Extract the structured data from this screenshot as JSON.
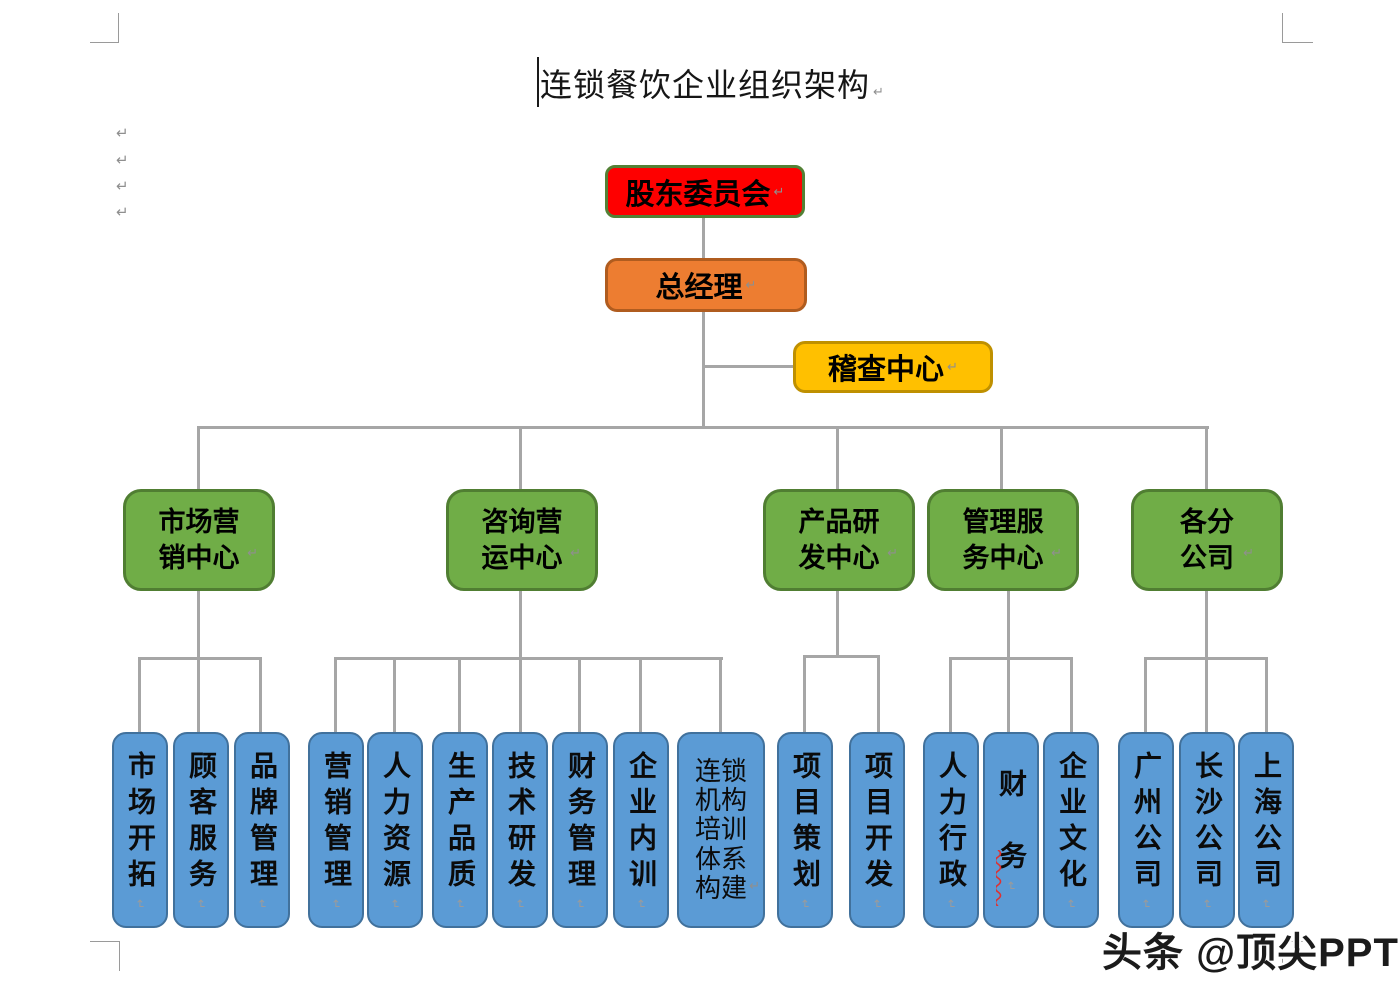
{
  "title": "连锁餐饮企业组织架构",
  "watermark": "头条 @顶尖PPT",
  "glyphs": {
    "pilcrow": "↵"
  },
  "colors": {
    "root_fill": "#fe0000",
    "root_border": "#538135",
    "gm_fill": "#ed7d31",
    "gm_border": "#b05c1f",
    "audit_fill": "#ffc000",
    "audit_border": "#bf9000",
    "center_fill": "#70ad47",
    "center_border": "#507e32",
    "dept_fill": "#5b9bd5",
    "dept_border": "#41719c",
    "connector": "#a6a6a6"
  },
  "nodes": {
    "root": "股东委员会",
    "gm": "总经理",
    "audit": "稽查中心",
    "centers": [
      {
        "label": "市场营\n销中心"
      },
      {
        "label": "咨询营\n运中心"
      },
      {
        "label": "产品研\n发中心"
      },
      {
        "label": "管理服\n务中心"
      },
      {
        "label": "各分\n公司"
      }
    ],
    "departments": {
      "marketing": [
        "市场开拓",
        "顾客服务",
        "品牌管理"
      ],
      "operations": [
        "营销管理",
        "人力资源",
        "生产品质",
        "技术研发",
        "财务管理",
        "企业内训"
      ],
      "operations_wide": "连锁\n机构\n培训\n体系\n构建",
      "rnd": [
        "项目策划",
        "项目开发"
      ],
      "services": [
        "人力行政",
        "财　务",
        "企业文化"
      ],
      "branches": [
        "广州公司",
        "长沙公司",
        "上海公司"
      ]
    }
  }
}
